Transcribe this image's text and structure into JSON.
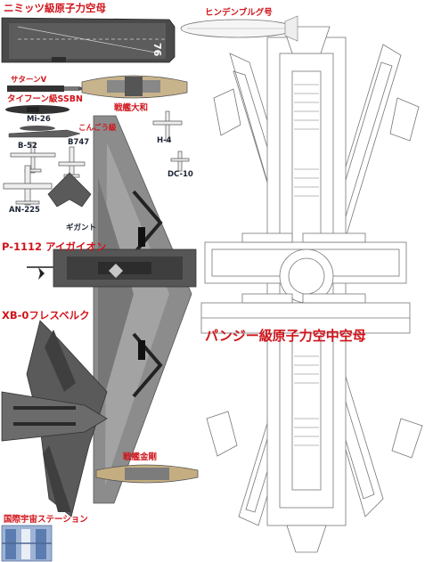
{
  "labels": {
    "nimitz": "ニミッツ級原子力空母",
    "hindenburg": "ヒンデンブルグ号",
    "saturn_v": "サターンV",
    "typhoon": "タイフーン級SSBN",
    "yamato": "戦艦大和",
    "mi26": "Mi-26",
    "gongou": "こんごう級",
    "b52": "B-52",
    "b747": "B747",
    "h4": "H-4",
    "dc10": "DC-10",
    "an225": "AN-225",
    "gigant": "ギガント",
    "p1112": "P-1112 アイガイオン",
    "xb0": "XB-0フレスベルク",
    "pansy": "パンジー級原子力空中空母",
    "kongo": "戦艦金剛",
    "iss": "国際宇宙ステーション"
  },
  "carrier_hull_number": "76",
  "colors": {
    "label_red": "#d0151b",
    "label_dark": "#1c2433",
    "wing_gray": "#8c8c8c",
    "line_art": "#7a7a7a"
  }
}
